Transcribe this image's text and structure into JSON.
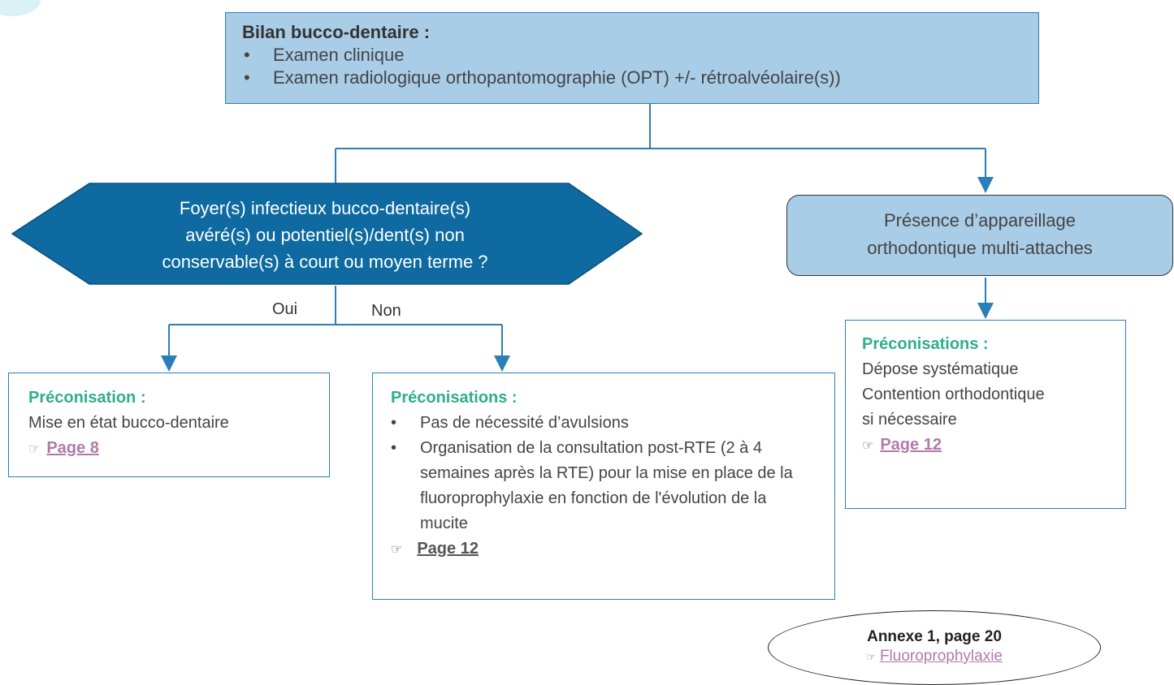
{
  "top": {
    "title": "Bilan bucco-dentaire :",
    "items": [
      "Examen clinique",
      "Examen radiologique orthopantomographie (OPT) +/- rétroalvéolaire(s))"
    ]
  },
  "decision": {
    "lines": [
      "Foyer(s) infectieux bucco-dentaire(s)",
      "avéré(s) ou potentiel(s)/dent(s) non",
      "conservable(s) à court ou moyen terme ?"
    ],
    "yes_label": "Oui",
    "no_label": "Non"
  },
  "ortho": {
    "lines": [
      "Présence d’appareillage",
      "orthodontique multi-attaches"
    ]
  },
  "rec_oui": {
    "heading": "Préconisation :",
    "text": "Mise en état bucco-dentaire",
    "link_icon": "☞",
    "link": "Page 8"
  },
  "rec_non": {
    "heading": "Préconisations :",
    "items": [
      "Pas de nécessité d’avulsions",
      "Organisation de la consultation post-RTE (2 à 4 semaines après la RTE) pour la mise en place de la fluoroprophylaxie en fonction de l'évolution de la mucite"
    ],
    "link_icon": "☞",
    "link": "Page 12"
  },
  "rec_ortho": {
    "heading": "Préconisations :",
    "lines": [
      "Dépose systématique",
      "Contention orthodontique",
      "si nécessaire"
    ],
    "link_icon": "☞",
    "link": "Page 12"
  },
  "annex": {
    "title": "Annexe 1, page 20",
    "link_icon": "☞",
    "link": "Fluoroprophylaxie"
  },
  "colors": {
    "box_fill": "#a9cde7",
    "decision_fill": "#0e6aa0",
    "connector": "#2a7fb8",
    "heading_green": "#2fae8c",
    "link_purple": "#b07aaa"
  }
}
